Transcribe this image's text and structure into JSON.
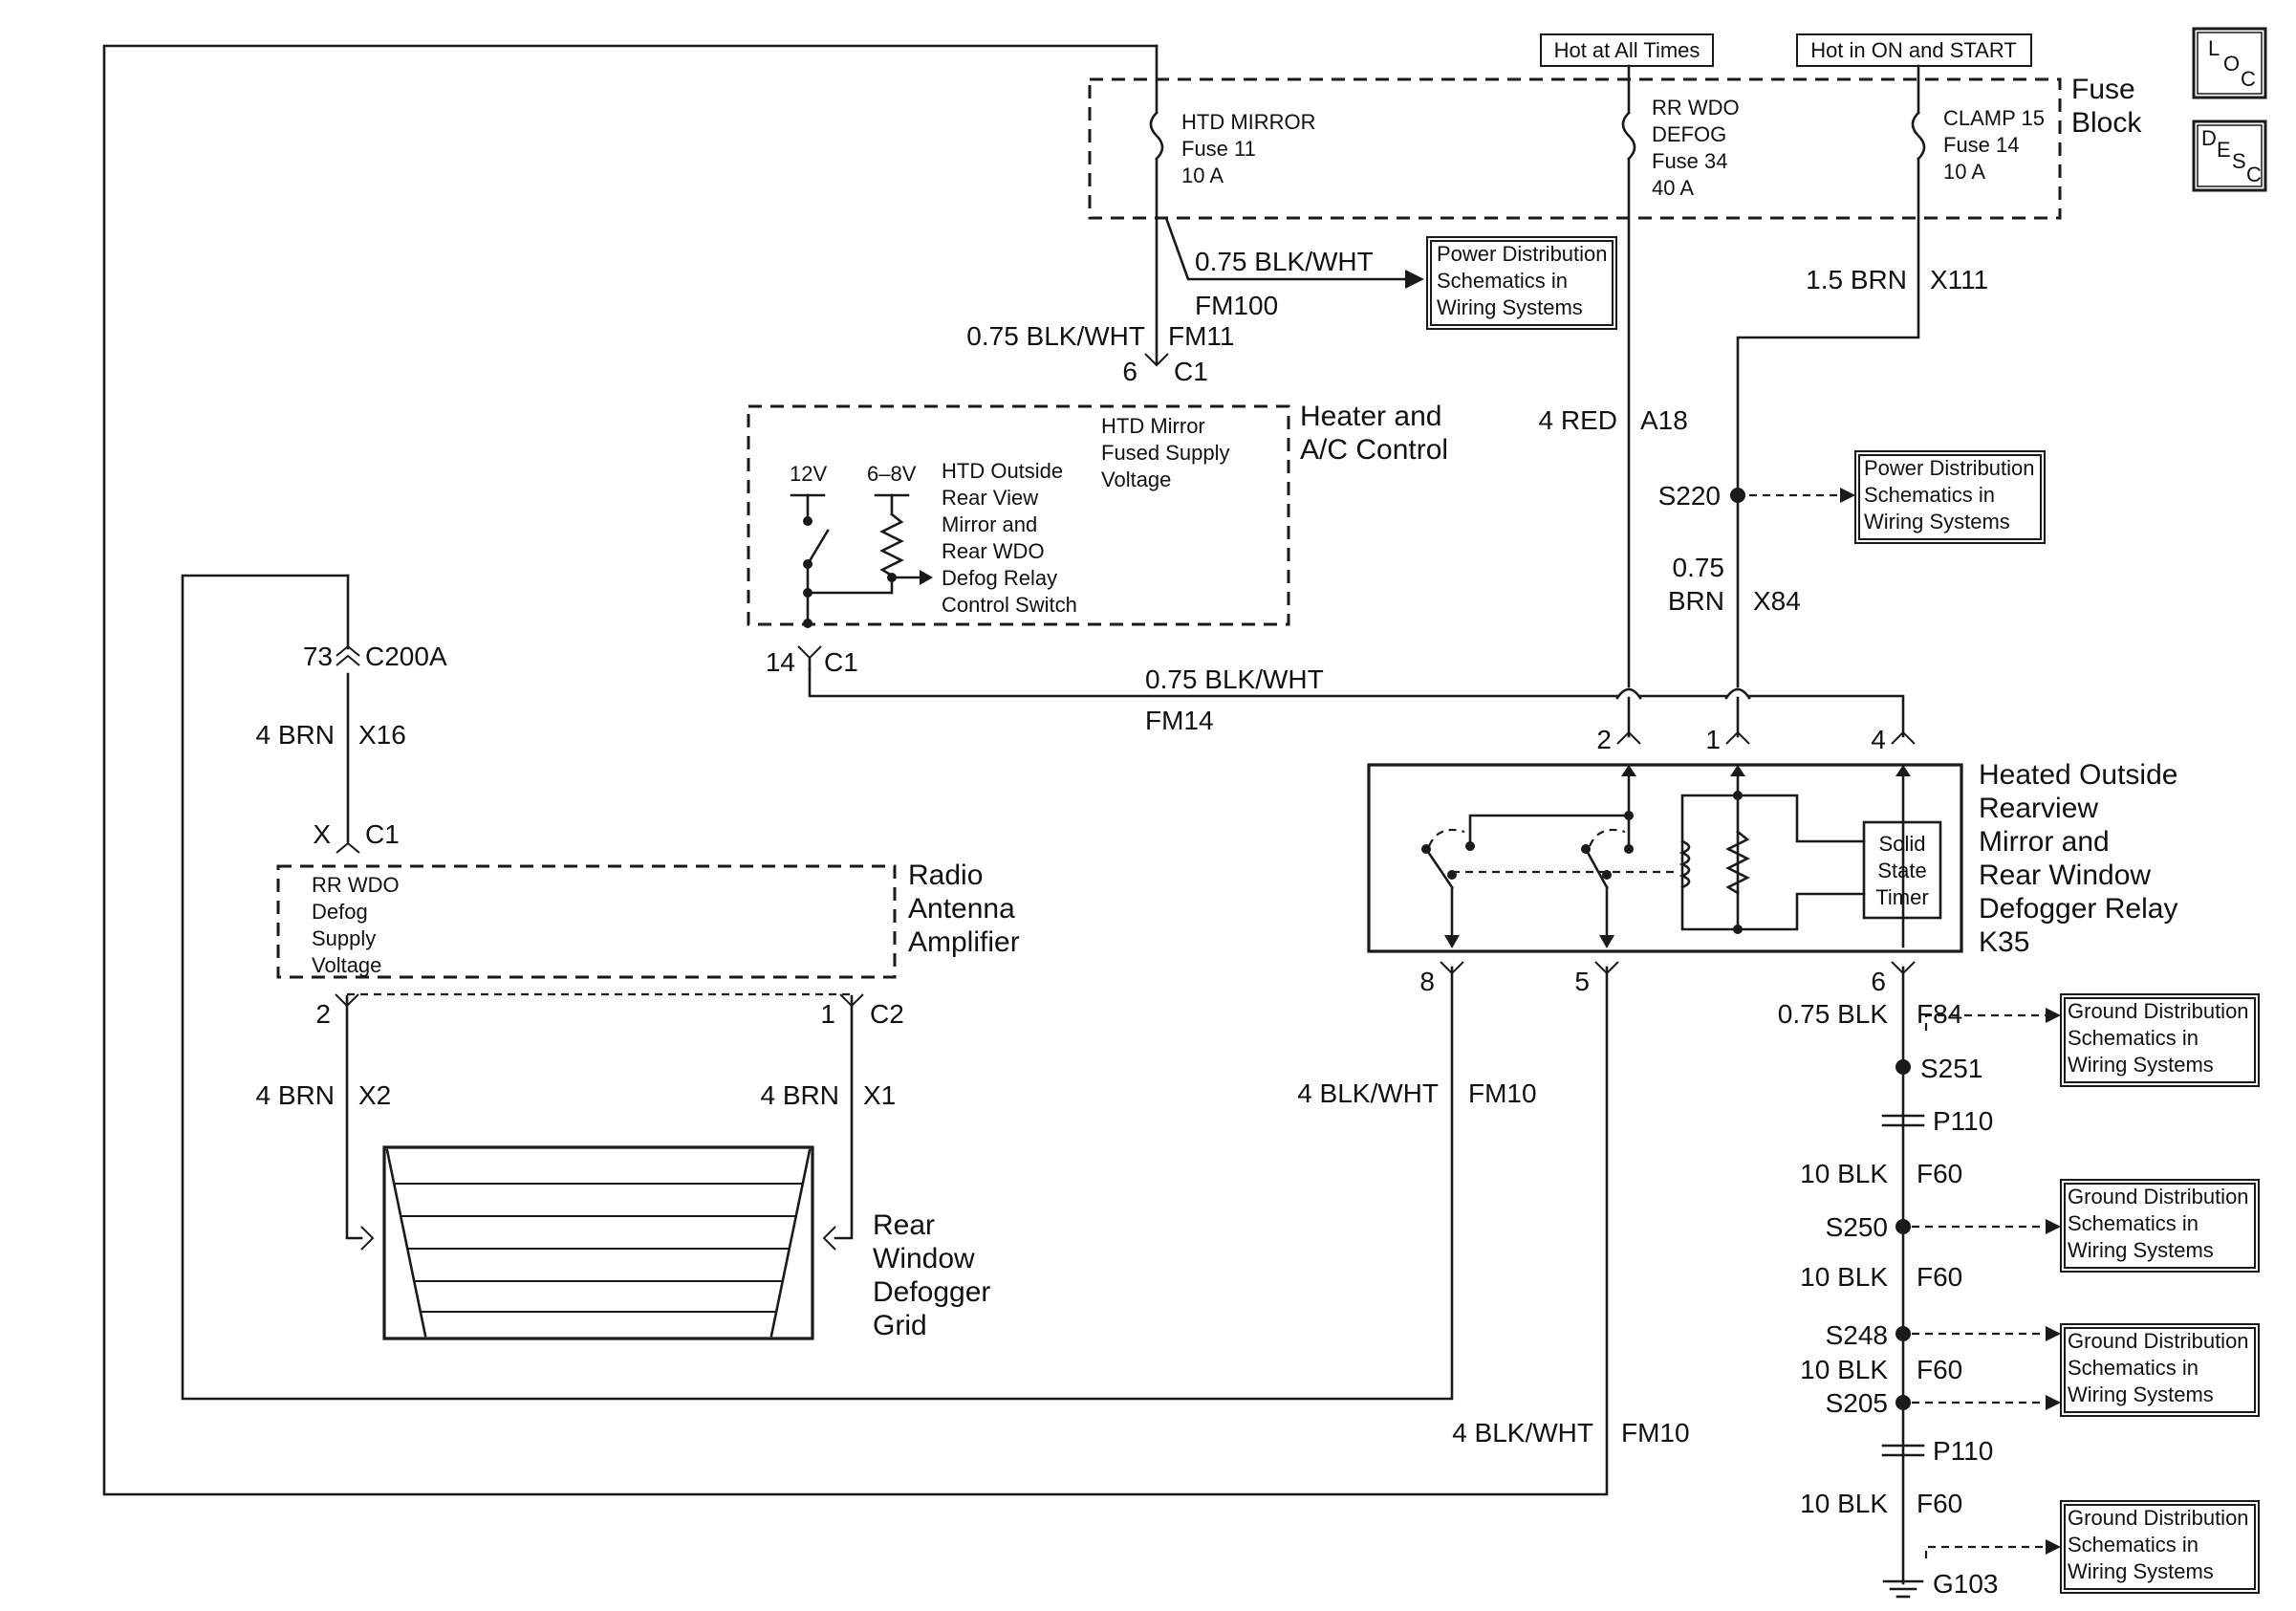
{
  "fuse_block": {
    "title": [
      "Fuse",
      "Block"
    ],
    "hot_at_all_times": "Hot at All Times",
    "hot_in_on_start": "Hot in ON and START",
    "fuses": [
      [
        "HTD MIRROR",
        "Fuse 11",
        "10 A"
      ],
      [
        "RR WDO",
        "DEFOG",
        "Fuse 34",
        "40 A"
      ],
      [
        "CLAMP 15",
        "Fuse 14",
        "10 A"
      ]
    ]
  },
  "icons": {
    "loc": [
      "L",
      "O",
      "C"
    ],
    "desc": [
      "D",
      "E",
      "S",
      "C"
    ]
  },
  "references": {
    "power_distribution": [
      "Power Distribution",
      "Schematics in",
      "Wiring Systems"
    ],
    "ground_distribution": [
      "Ground Distribution",
      "Schematics in",
      "Wiring Systems"
    ]
  },
  "heater_control": {
    "title": [
      "Heater and",
      "A/C Control"
    ],
    "supply_label": [
      "HTD Mirror",
      "Fused Supply",
      "Voltage"
    ],
    "v12": "12V",
    "v68": "6–8V",
    "switch_label": [
      "HTD Outside",
      "Rear View",
      "Mirror and",
      "Rear WDO",
      "Defog Relay",
      "Control Switch"
    ]
  },
  "relay": {
    "title": [
      "Heated Outside",
      "Rearview",
      "Mirror and",
      "Rear Window",
      "Defogger Relay",
      "K35"
    ],
    "timer": [
      "Solid",
      "State",
      "Timer"
    ]
  },
  "radio_amp": {
    "title": [
      "Radio",
      "Antenna",
      "Amplifier"
    ],
    "supply_label": [
      "RR WDO",
      "Defog",
      "Supply",
      "Voltage"
    ]
  },
  "grid": {
    "title": [
      "Rear",
      "Window",
      "Defogger",
      "Grid"
    ]
  },
  "wire_labels": {
    "fm100_gauge": "0.75 BLK/WHT",
    "fm100": "FM100",
    "fm11_gauge": "0.75 BLK/WHT",
    "fm11": "FM11",
    "c1_pin6": "6",
    "c1_top": "C1",
    "a18_gauge": "4 RED",
    "a18": "A18",
    "x111_gauge": "1.5 BRN",
    "x111": "X111",
    "s220": "S220",
    "x84_gauge_1": "0.75",
    "x84_gauge_2": "BRN",
    "x84": "X84",
    "c1_pin14": "14",
    "c1_bottom": "C1",
    "fm14_gauge": "0.75 BLK/WHT",
    "fm14": "FM14",
    "c200a_pin": "73",
    "c200a": "C200A",
    "x16_gauge": "4 BRN",
    "x16": "X16",
    "c1_radio_pin": "X",
    "c1_radio": "C1",
    "c2_pin2": "2",
    "c2_pin1": "1",
    "c2": "C2",
    "x2_gauge": "4 BRN",
    "x2": "X2",
    "x1_gauge": "4 BRN",
    "x1": "X1",
    "relay_pin2": "2",
    "relay_pin1": "1",
    "relay_pin4": "4",
    "relay_pin8": "8",
    "relay_pin5": "5",
    "relay_pin6": "6",
    "fm10_upper_gauge": "4 BLK/WHT",
    "fm10_upper": "FM10",
    "fm10_lower_gauge": "4 BLK/WHT",
    "fm10_lower": "FM10",
    "f84_gauge": "0.75 BLK",
    "f84": "F84",
    "s251": "S251",
    "p110_top": "P110",
    "f60_a_gauge": "10 BLK",
    "f60_a": "F60",
    "s250": "S250",
    "f60_b_gauge": "10 BLK",
    "f60_b": "F60",
    "s248": "S248",
    "f60_c_gauge": "10 BLK",
    "f60_c": "F60",
    "s205": "S205",
    "p110_bottom": "P110",
    "f60_d_gauge": "10 BLK",
    "f60_d": "F60",
    "g103": "G103"
  }
}
